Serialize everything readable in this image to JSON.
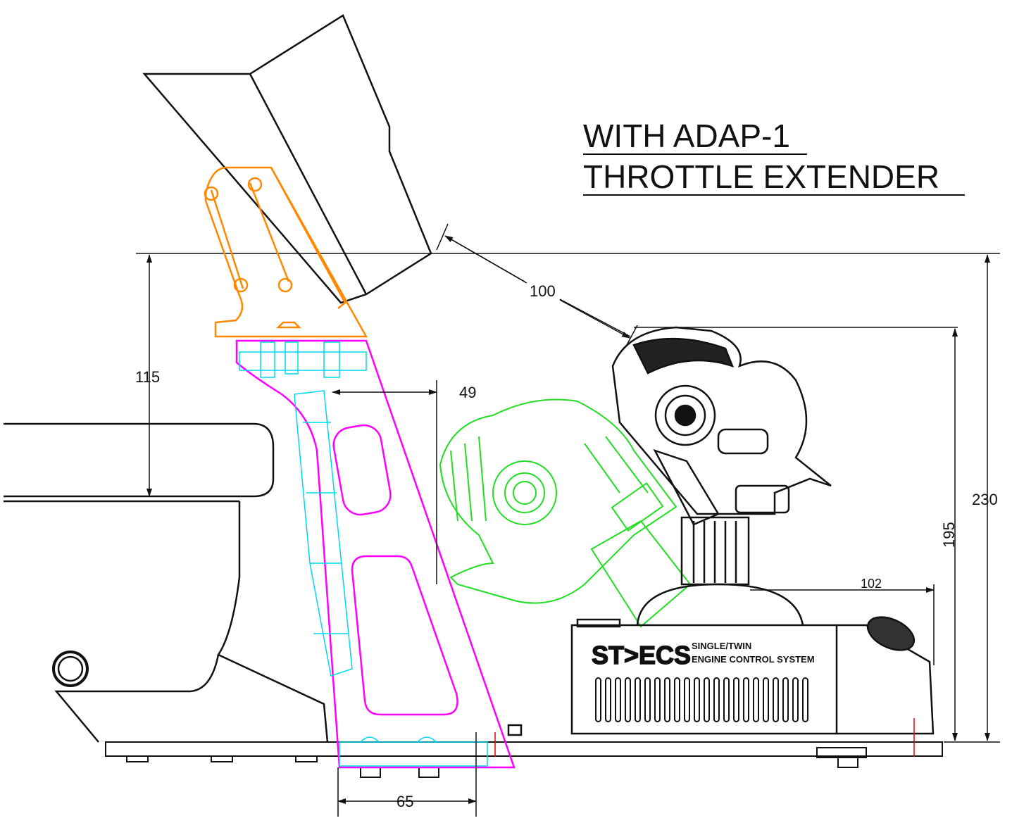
{
  "title": {
    "line1": "WITH ADAP-1",
    "line2": "THROTTLE EXTENDER"
  },
  "dimensions": {
    "d100": "100",
    "d115": "115",
    "d49": "49",
    "d230": "230",
    "d195": "195",
    "d102": "102",
    "d65": "65"
  },
  "logo": {
    "mark": "ST>ECS",
    "line1": "SINGLE/TWIN",
    "line2": "ENGINE CONTROL SYSTEM"
  },
  "colors": {
    "stand": "#ff00ff",
    "bracket": "#ff8800",
    "mount": "#00e5ff",
    "throttle_alt": "#22dd22",
    "outline": "#111111"
  }
}
